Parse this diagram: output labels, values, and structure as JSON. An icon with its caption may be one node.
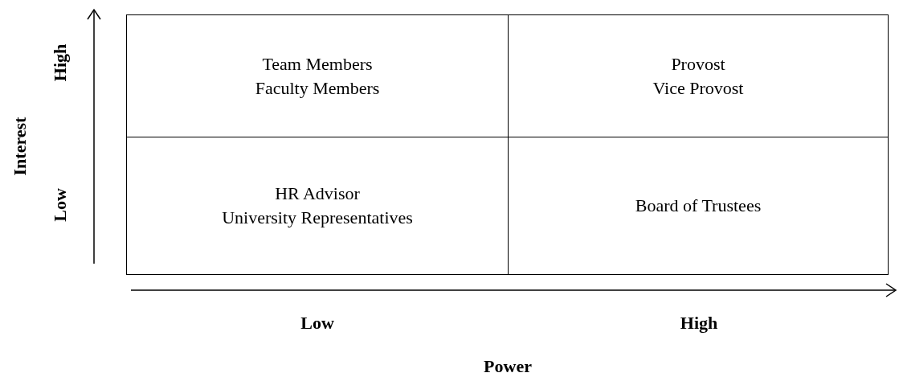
{
  "diagram": {
    "nodes": [
      {
        "text": [
          "Team Members",
          "Faculty Members"
        ]
      },
      {
        "text": [
          "Provost",
          "Vice Provost"
        ]
      },
      {
        "text": [
          "HR Advisor",
          "University Representatives"
        ]
      },
      {
        "text": [
          "Board of Trustees"
        ]
      }
    ],
    "labels": [
      "Interest",
      "High",
      "Low",
      "Low",
      "High",
      "Power"
    ]
  }
}
